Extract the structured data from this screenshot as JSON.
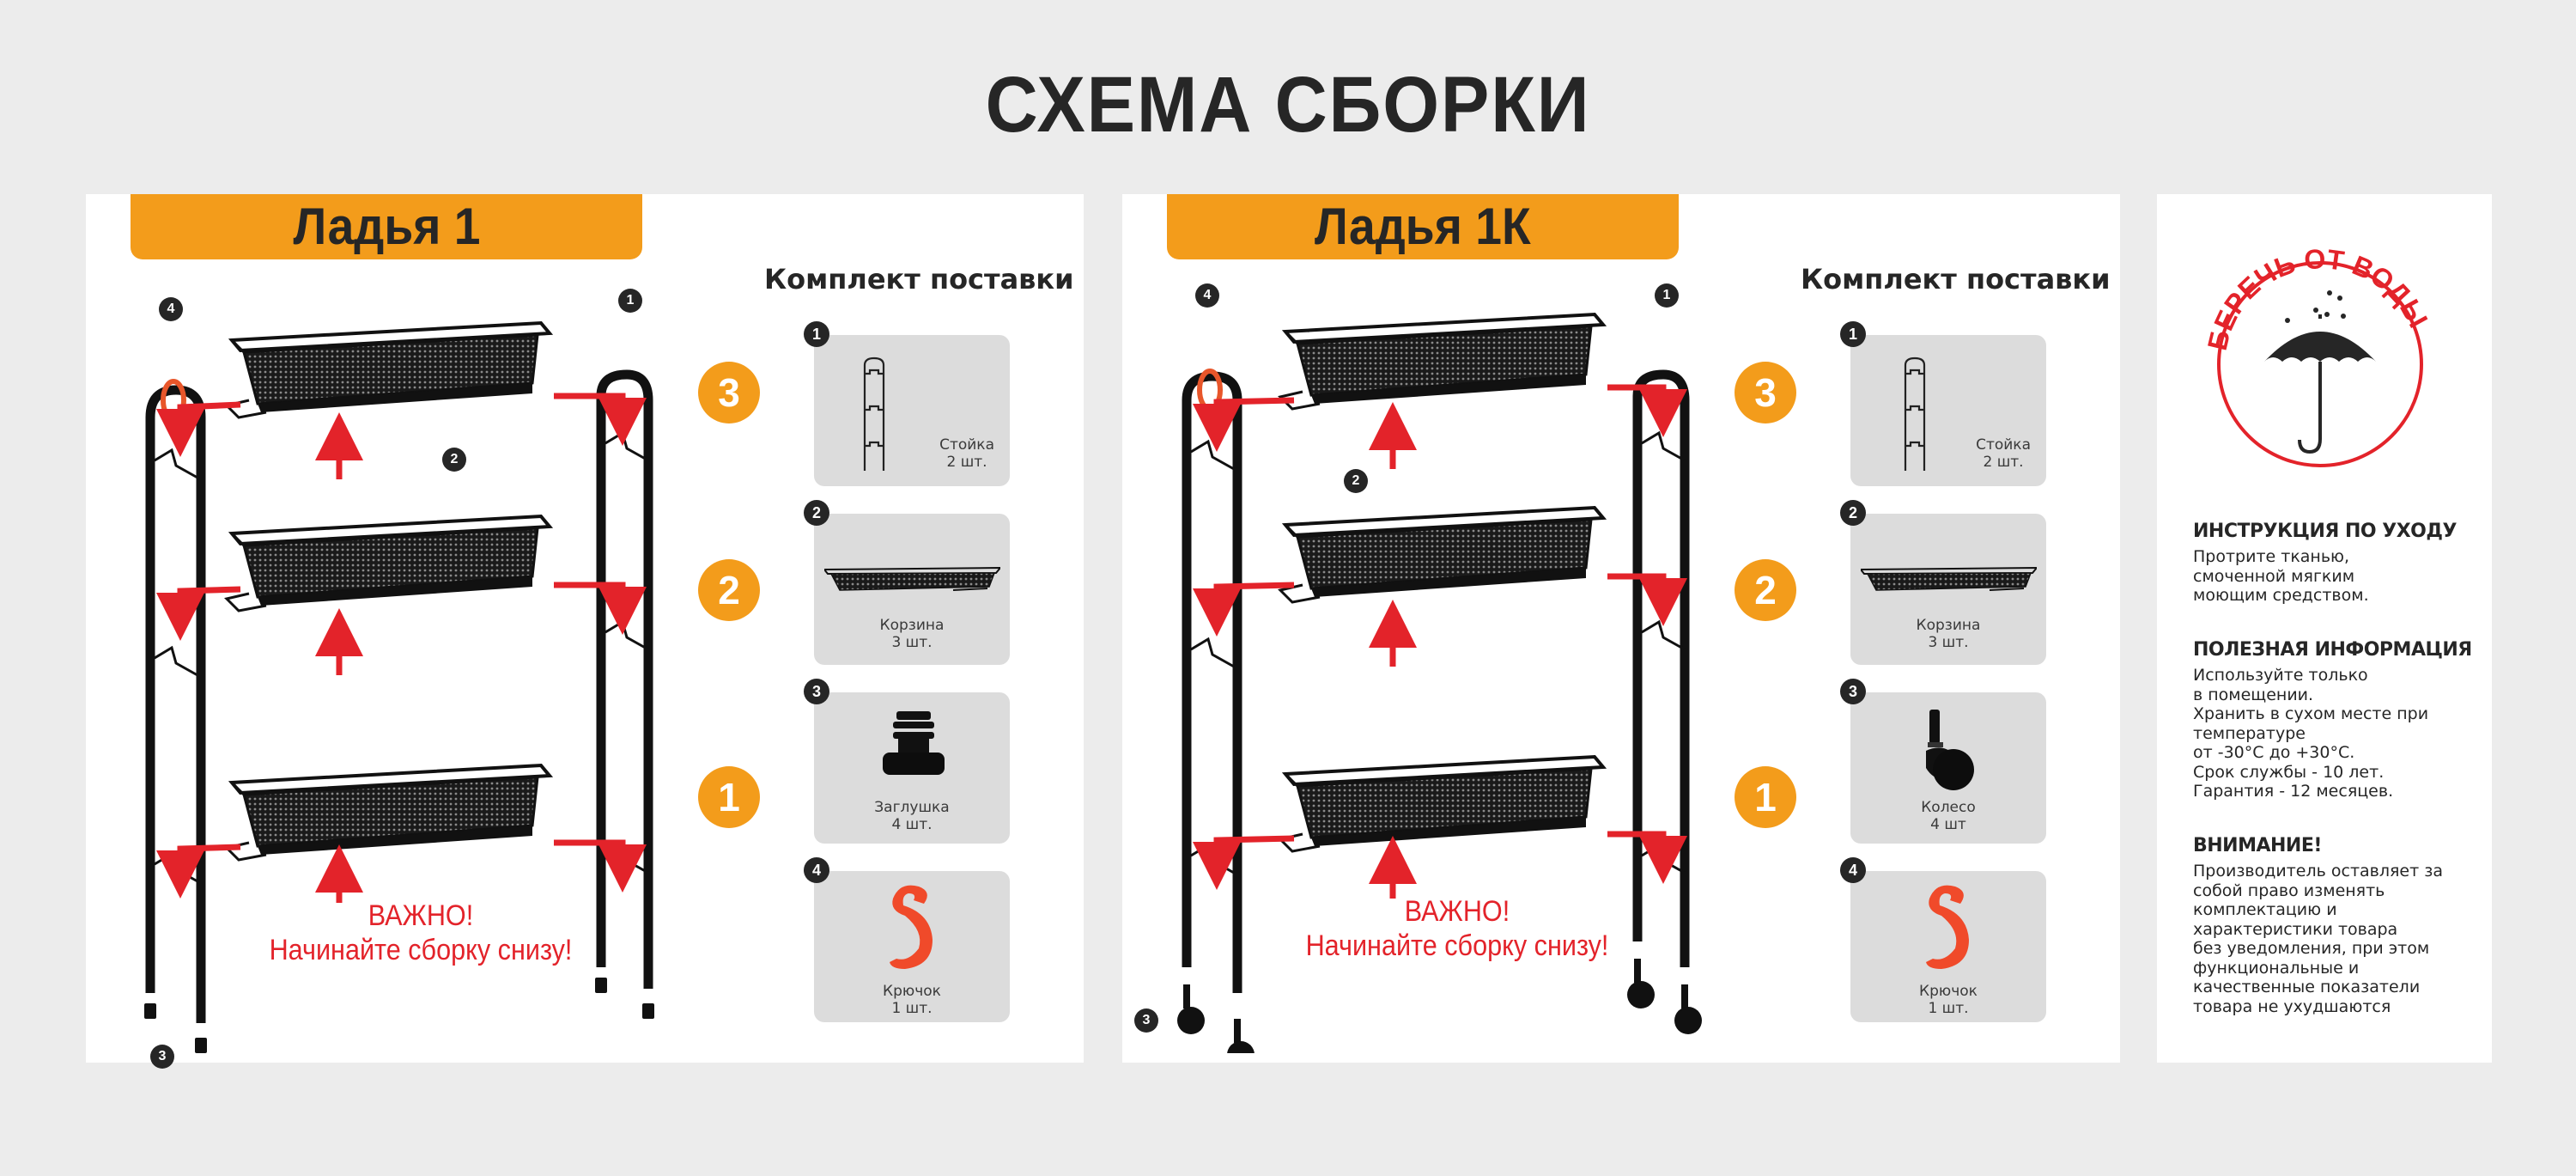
{
  "title": "СХЕМА СБОРКИ",
  "colors": {
    "accent_orange": "#f39c1b",
    "warning_red": "#e3232a",
    "card_grey": "#dcdcdc",
    "background": "#ececec"
  },
  "panels": [
    {
      "name": "Ладья 1",
      "kit_title": "Комплект поставки",
      "steps": [
        "3",
        "2",
        "1"
      ],
      "warning": {
        "line1": "ВАЖНО!",
        "line2": "Начинайте сборку снизу!"
      },
      "diagram_pins": [
        "4",
        "1",
        "2",
        "3"
      ],
      "kit": [
        {
          "num": "1",
          "name": "Стойка",
          "qty": "2 шт.",
          "icon": "rack-post-icon"
        },
        {
          "num": "2",
          "name": "Корзина",
          "qty": "3 шт.",
          "icon": "mesh-basket-icon"
        },
        {
          "num": "3",
          "name": "Заглушка",
          "qty": "4 шт.",
          "icon": "leg-cap-icon"
        },
        {
          "num": "4",
          "name": "Крючок",
          "qty": "1 шт.",
          "icon": "hook-icon"
        }
      ]
    },
    {
      "name": "Ладья 1К",
      "kit_title": "Комплект поставки",
      "steps": [
        "3",
        "2",
        "1"
      ],
      "warning": {
        "line1": "ВАЖНО!",
        "line2": "Начинайте сборку снизу!"
      },
      "diagram_pins": [
        "4",
        "1",
        "2",
        "3"
      ],
      "kit": [
        {
          "num": "1",
          "name": "Стойка",
          "qty": "2 шт.",
          "icon": "rack-post-icon"
        },
        {
          "num": "2",
          "name": "Корзина",
          "qty": "3 шт.",
          "icon": "mesh-basket-icon"
        },
        {
          "num": "3",
          "name": "Колесо",
          "qty": "4 шт",
          "icon": "caster-wheel-icon"
        },
        {
          "num": "4",
          "name": "Крючок",
          "qty": "1 шт.",
          "icon": "hook-icon"
        }
      ]
    }
  ],
  "info": {
    "badge": "БЕРЕЧЬ ОТ ВОДЫ",
    "badge_icon": "umbrella-rain-icon",
    "sections": [
      {
        "heading": "ИНСТРУКЦИЯ ПО УХОДУ",
        "text": "Протрите тканью,\nсмоченной мягким\nмоющим средством."
      },
      {
        "heading": "ПОЛЕЗНАЯ ИНФОРМАЦИЯ",
        "text": "Используйте только\nв помещении.\nХранить в сухом месте при\nтемпературе\nот -30°С до +30°С.\nСрок службы - 10 лет.\nГарантия - 12 месяцев."
      },
      {
        "heading": "ВНИМАНИЕ!",
        "text": "Производитель оставляет за\nсобой право изменять\nкомплектацию и\nхарактеристики товара\nбез уведомления, при этом\nфункциональные и\nкачественные показатели\nтовара не ухудшаются"
      }
    ]
  }
}
